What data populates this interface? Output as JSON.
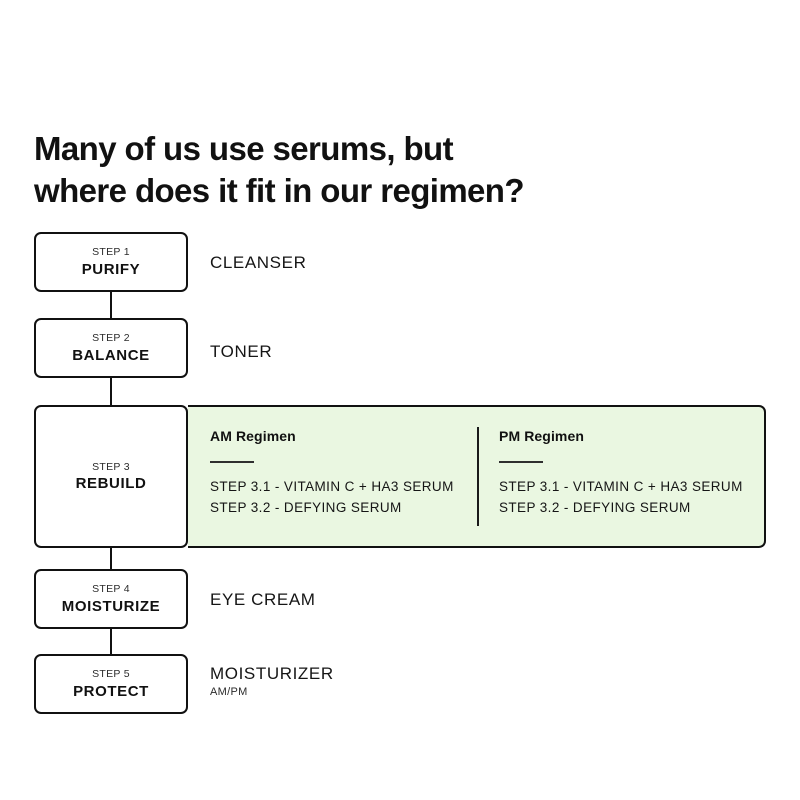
{
  "title": {
    "line1": "Many of us use serums, but",
    "line2": "where does it fit in our regimen?"
  },
  "colors": {
    "panel_green": "#eaf7e1",
    "outline": "#111111",
    "text": "#141414"
  },
  "steps": [
    {
      "number": "STEP 1",
      "name": "PURIFY",
      "product": "CLEANSER",
      "product_sub": ""
    },
    {
      "number": "STEP 2",
      "name": "BALANCE",
      "product": "TONER",
      "product_sub": ""
    },
    {
      "number": "STEP 3",
      "name": "REBUILD",
      "product": "",
      "product_sub": ""
    },
    {
      "number": "STEP 4",
      "name": "MOISTURIZE",
      "product": "EYE CREAM",
      "product_sub": ""
    },
    {
      "number": "STEP 5",
      "name": "PROTECT",
      "product": "MOISTURIZER",
      "product_sub": "AM/PM"
    }
  ],
  "regimens": [
    {
      "title": "AM Regimen",
      "items": [
        "STEP 3.1 - VITAMIN C + HA3 SERUM",
        "STEP 3.2 - DEFYING SERUM"
      ]
    },
    {
      "title": "PM Regimen",
      "items": [
        "STEP 3.1 - VITAMIN C + HA3 SERUM",
        "STEP 3.2 - DEFYING SERUM"
      ]
    }
  ]
}
